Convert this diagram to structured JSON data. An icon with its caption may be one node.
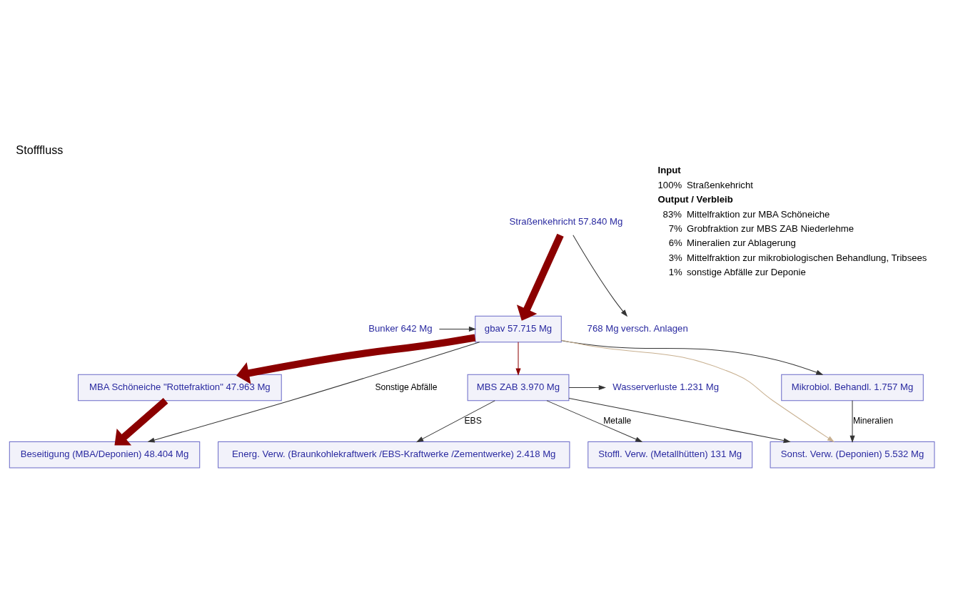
{
  "diagram": {
    "title": "Stofffluss",
    "nodes": [
      {
        "text": [
          "Straßenkehricht 57.840 Mg"
        ]
      },
      {
        "text": [
          "768 Mg versch. Anlagen"
        ]
      },
      {
        "text": [
          "Bunker 642 Mg"
        ]
      },
      {
        "text": [
          "gbav 57.715 Mg"
        ]
      },
      {
        "text": [
          "MBA Schöneiche \"Rottefraktion\" 47.963 Mg"
        ]
      },
      {
        "text": [
          "Mikrobiol. Behandl. 1.757 Mg"
        ]
      },
      {
        "text": [
          "MBS ZAB 3.970 Mg"
        ]
      },
      {
        "text": [
          "Wasserverluste 1.231 Mg"
        ]
      },
      {
        "text": [
          "Beseitigung (MBA/Deponien) 48.404 Mg"
        ]
      },
      {
        "text": [
          "Sonst. Verw. (Deponien) 5.532 Mg"
        ]
      },
      {
        "text": [
          "Energ. Verw. (Braunkohlekraftwerk /EBS-Kraftwerke /Zementwerke) 2.418 Mg"
        ]
      },
      {
        "text": [
          "Stoffl. Verw. (Metallhütten) 131 Mg"
        ]
      }
    ],
    "edges": [
      {
        "from": 0,
        "to": 3,
        "arrow": "to",
        "style": "thick",
        "color": "#8b0000"
      },
      {
        "from": 0,
        "to": 1,
        "arrow": "to"
      },
      {
        "from": 2,
        "to": 3,
        "arrow": "to"
      },
      {
        "from": 3,
        "to": 4,
        "arrow": "to",
        "style": "thick",
        "color": "#8b0000"
      },
      {
        "from": 3,
        "to": 8,
        "label": "Sonstige Abfälle",
        "arrow": "to"
      },
      {
        "from": 3,
        "to": 9,
        "arrow": "to",
        "color": "#c8b090"
      },
      {
        "from": 3,
        "to": 5,
        "arrow": "to"
      },
      {
        "from": 3,
        "to": 6,
        "arrow": "to",
        "color": "#8b0000"
      },
      {
        "from": 4,
        "to": 8,
        "arrow": "to",
        "style": "thick",
        "color": "#8b0000"
      },
      {
        "from": 5,
        "to": 9,
        "label": "Mineralien",
        "arrow": "to"
      },
      {
        "from": 6,
        "to": 7,
        "arrow": "to"
      },
      {
        "from": 6,
        "to": 9,
        "arrow": "to"
      },
      {
        "from": 6,
        "to": 10,
        "label": "EBS",
        "arrow": "to"
      },
      {
        "from": 6,
        "to": 11,
        "label": "Metalle",
        "arrow": "to"
      }
    ],
    "labels": [
      "Input",
      "100%",
      "Straßenkehricht",
      "Output / Verbleib",
      "83%",
      "Mittelfraktion zur MBA Schöneiche",
      "7%",
      "Grobfraktion zur MBS ZAB Niederlehme",
      "6%",
      "Mineralien zur Ablagerung",
      "3%",
      "Mittelfraktion zur mikrobiologischen Behandlung, Tribsees",
      "1%",
      "sonstige Abfälle zur Deponie"
    ]
  }
}
